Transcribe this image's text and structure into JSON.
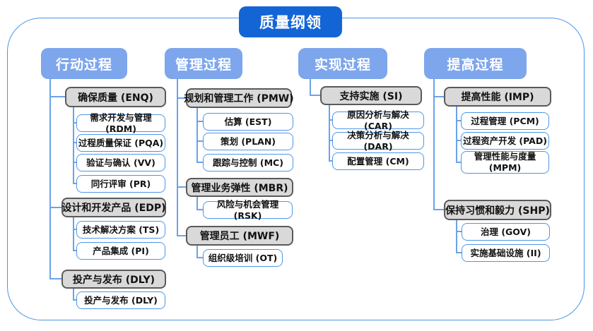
{
  "title": "质量纲领",
  "columns": [
    {
      "label": "行动过程",
      "groups": [
        {
          "label": "确保质量 (ENQ)",
          "children": [
            "需求开发与管理 (RDM)",
            "过程质量保证 (PQA)",
            "验证与确认 (VV)",
            "同行评审 (PR)"
          ]
        },
        {
          "label": "设计和开发产品 (EDP)",
          "children": [
            "技术解决方案 (TS)",
            "产品集成 (PI)"
          ]
        },
        {
          "label": "投产与发布 (DLY)",
          "children": [
            "投产与发布 (DLY)"
          ]
        }
      ]
    },
    {
      "label": "管理过程",
      "groups": [
        {
          "label": "规划和管理工作 (PMW)",
          "children": [
            "估算 (EST)",
            "策划 (PLAN)",
            "跟踪与控制 (MC)"
          ]
        },
        {
          "label": "管理业务弹性 (MBR)",
          "children": [
            "风险与机会管理 (RSK)"
          ]
        },
        {
          "label": "管理员工 (MWF)",
          "children": [
            "组织级培训 (OT)"
          ]
        }
      ]
    },
    {
      "label": "实现过程",
      "groups": [
        {
          "label": "支持实施 (SI)",
          "children": [
            "原因分析与解决 (CAR)",
            "决策分析与解决 (DAR)",
            "配置管理 (CM)"
          ]
        }
      ]
    },
    {
      "label": "提高过程",
      "groups": [
        {
          "label": "提高性能 (IMP)",
          "children": [
            "过程管理 (PCM)",
            "过程资产开发 (PAD)",
            "管理性能与度量 (MPM)"
          ]
        },
        {
          "label": "保持习惯和毅力 (SHP)",
          "children": [
            "治理 (GOV)",
            "实施基础设施 (II)"
          ]
        }
      ]
    }
  ],
  "colors": {
    "title_bg": "#1365d6",
    "header_bg": "#7da6ec",
    "group_bg": "#d9d9d9",
    "group_border": "#5a5a5a",
    "leaf_border": "#4d96e8",
    "connector": "#6ba3e8",
    "frame_border": "#4a95e8"
  }
}
